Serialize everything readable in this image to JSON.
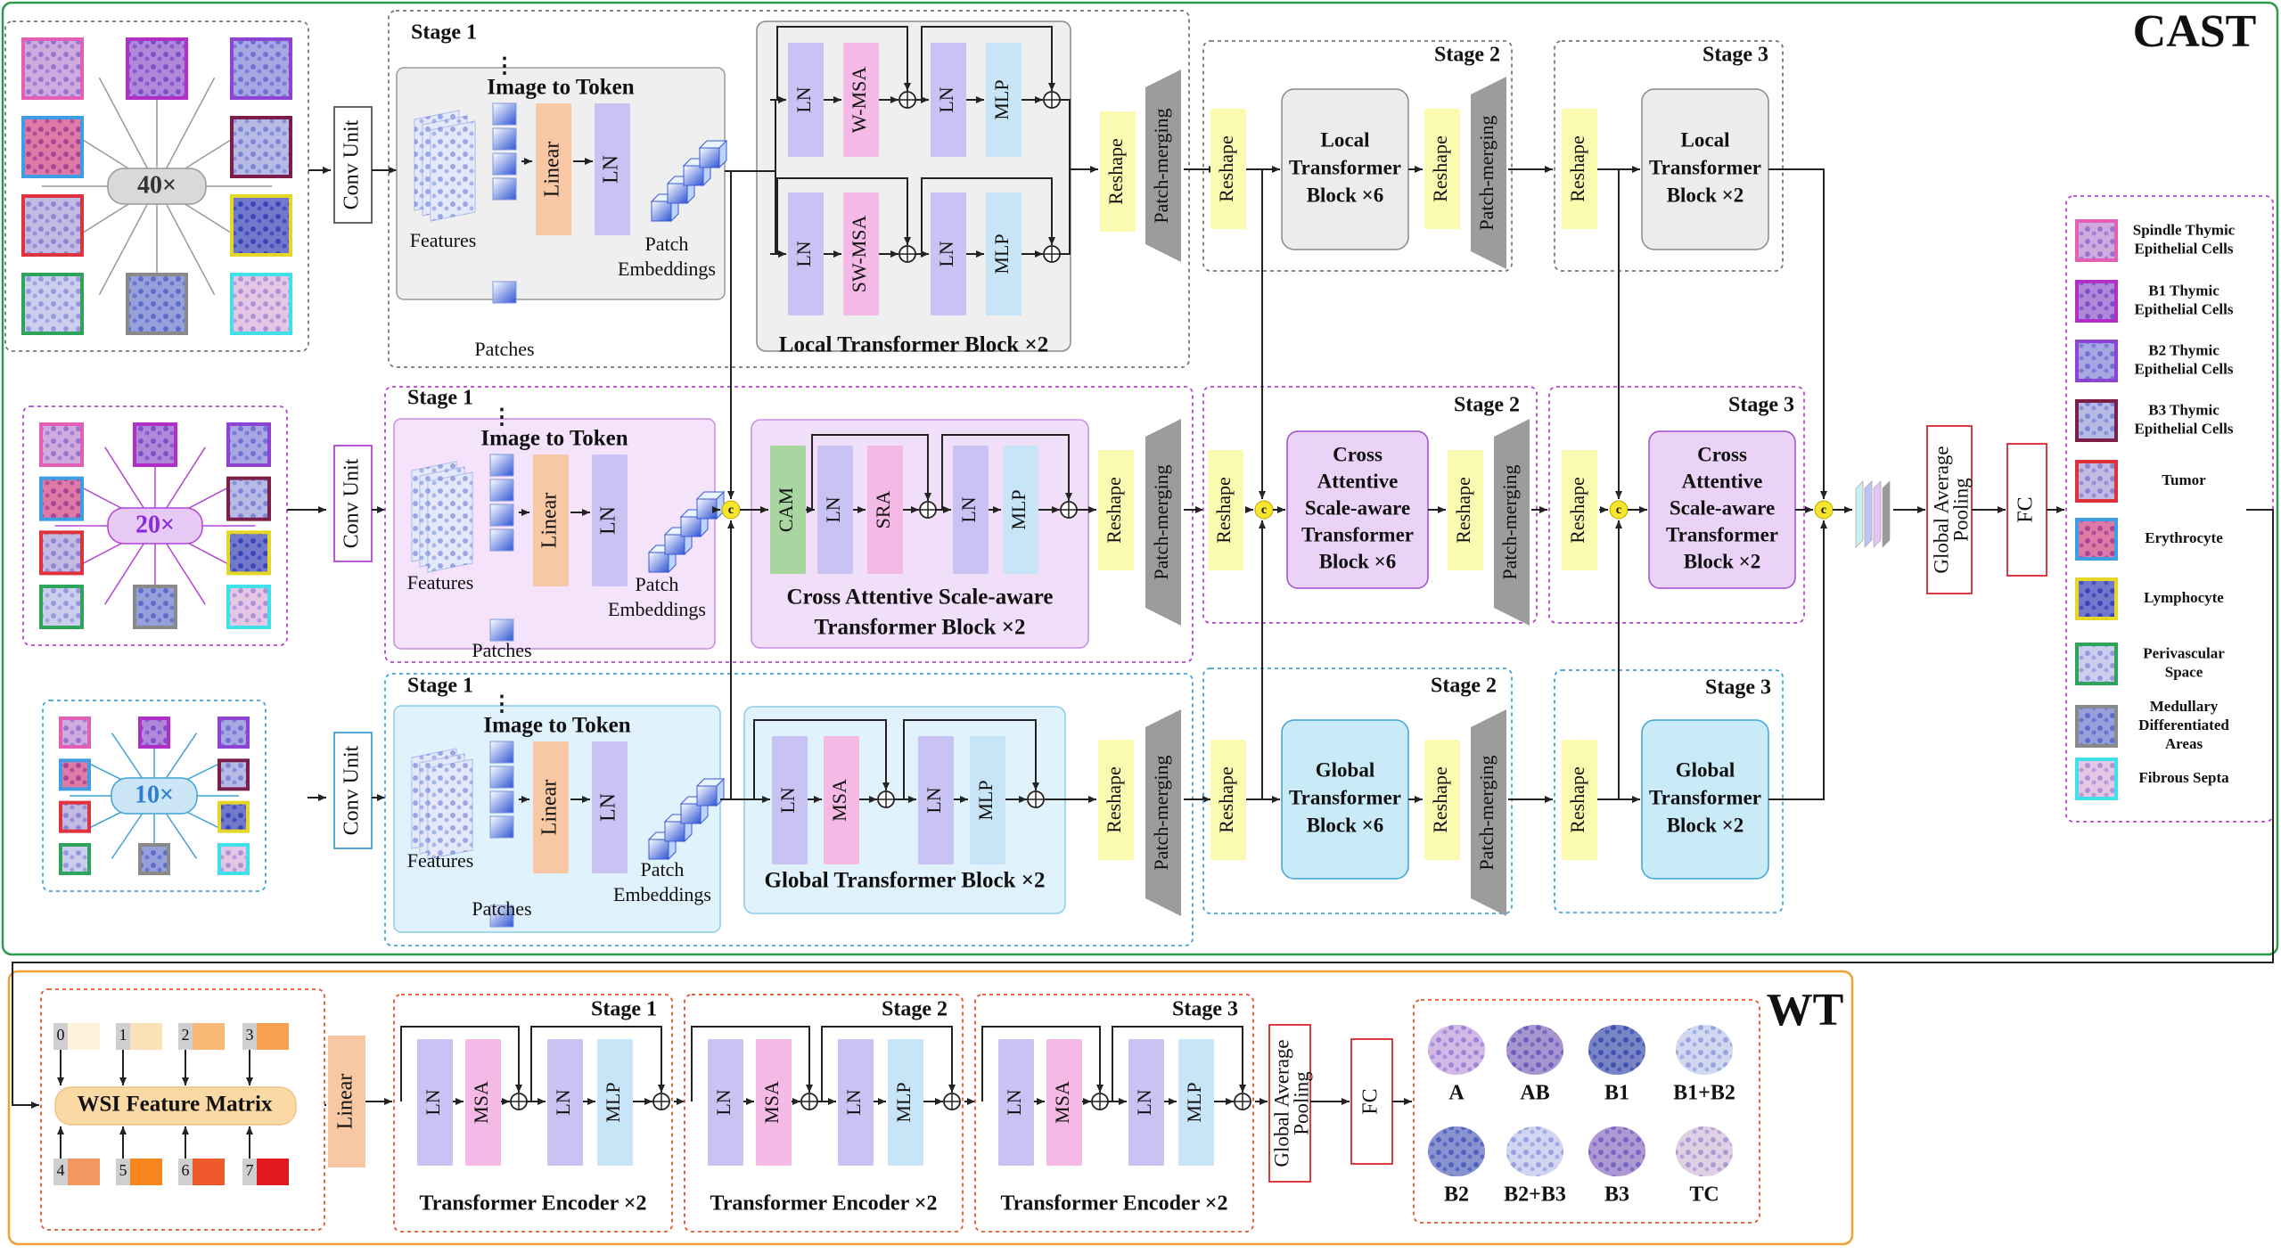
{
  "titles": {
    "cast": "CAST",
    "wt": "WT"
  },
  "magnifications": {
    "m40": "40×",
    "m20": "20×",
    "m10": "10×"
  },
  "conv_unit": "Conv Unit",
  "image_to_token": {
    "title": "Image to Token",
    "features": "Features",
    "patches": "Patches",
    "linear": "Linear",
    "ln": "LN",
    "patch_embeddings_line1": "Patch",
    "patch_embeddings_line2": "Embeddings",
    "dots": "⋮"
  },
  "stages": {
    "s1": "Stage 1",
    "s2": "Stage 2",
    "s3": "Stage 3"
  },
  "blocks": {
    "ln": "LN",
    "wmsa": "W-MSA",
    "swmsa": "SW-MSA",
    "mlp": "MLP",
    "msa": "MSA",
    "cam": "CAM",
    "sra": "SRA",
    "reshape": "Reshape",
    "patch_merging": "Patch-merging",
    "local_block_caption": "Local Transformer Block ×2",
    "cross_block_caption_line1": "Cross Attentive Scale-aware",
    "cross_block_caption_line2": "Transformer Block ×2",
    "global_block_caption": "Global Transformer Block ×2",
    "local6": [
      "Local",
      "Transformer",
      "Block ×6"
    ],
    "local2": [
      "Local",
      "Transformer",
      "Block ×2"
    ],
    "cross6": [
      "Cross",
      "Attentive",
      "Scale-aware",
      "Transformer",
      "Block ×6"
    ],
    "cross2": [
      "Cross",
      "Attentive",
      "Scale-aware",
      "Transformer",
      "Block ×2"
    ],
    "global6": [
      "Global",
      "Transformer",
      "Block ×6"
    ],
    "global2": [
      "Global",
      "Transformer",
      "Block ×2"
    ],
    "concat": "c",
    "plus": "⊕"
  },
  "head": {
    "gap_line1": "Global Average",
    "gap_line2": "Pooling",
    "fc": "FC"
  },
  "legend": [
    {
      "label": [
        "Spindle Thymic",
        "Epithelial Cells"
      ],
      "border": "#e35fb5",
      "fill": "#c98ad2"
    },
    {
      "label": [
        "B1 Thymic",
        "Epithelial Cells"
      ],
      "border": "#b12fc7",
      "fill": "#9a56c9"
    },
    {
      "label": [
        "B2 Thymic",
        "Epithelial Cells"
      ],
      "border": "#8e44d2",
      "fill": "#8b86d8"
    },
    {
      "label": [
        "B3 Thymic",
        "Epithelial Cells"
      ],
      "border": "#7b1f49",
      "fill": "#a3a4dc"
    },
    {
      "label": [
        "Tumor"
      ],
      "border": "#e0323d",
      "fill": "#b3a3d7"
    },
    {
      "label": [
        "Erythrocyte"
      ],
      "border": "#3e9de3",
      "fill": "#e0407a"
    },
    {
      "label": [
        "Lymphocyte"
      ],
      "border": "#e4d728",
      "fill": "#3a3fb2"
    },
    {
      "label": [
        "Perivascular",
        "Space"
      ],
      "border": "#2ea35a",
      "fill": "#c5c2ea"
    },
    {
      "label": [
        "Medullary",
        "Differentiated",
        "Areas"
      ],
      "border": "#8a8a8a",
      "fill": "#6f7ccc"
    },
    {
      "label": [
        "Fibrous Septa"
      ],
      "border": "#40e0e8",
      "fill": "#e9b6dc"
    }
  ],
  "wt": {
    "matrix_title": "WSI Feature Matrix",
    "indices": [
      "0",
      "1",
      "2",
      "3",
      "4",
      "5",
      "6",
      "7"
    ],
    "index_colors": [
      "#fdf1d9",
      "#fbe1b8",
      "#f8b976",
      "#f5a14f",
      "#f49660",
      "#f6861d",
      "#ee5a2b",
      "#e0191f"
    ],
    "linear": "Linear",
    "encoder_caption": "Transformer Encoder ×2",
    "classes": [
      "A",
      "AB",
      "B1",
      "B1+B2",
      "B2",
      "B2+B3",
      "B3",
      "TC"
    ]
  },
  "colors": {
    "cast_border": "#2b9a4a",
    "wt_border": "#f0a037",
    "purple_dash": "#b443d6",
    "blue_dash": "#3fa2d6",
    "ln_fill": "#c8c3f2",
    "mlp_fill": "#c7e5f7",
    "msa_fill": "#f4b9e5",
    "cam_fill": "#a9d6a0",
    "linear_fill": "#f8c8a5",
    "reshape_fill": "#fafab0",
    "merge_fill": "#9c9c9c",
    "concat_fill": "#f5e52c"
  }
}
